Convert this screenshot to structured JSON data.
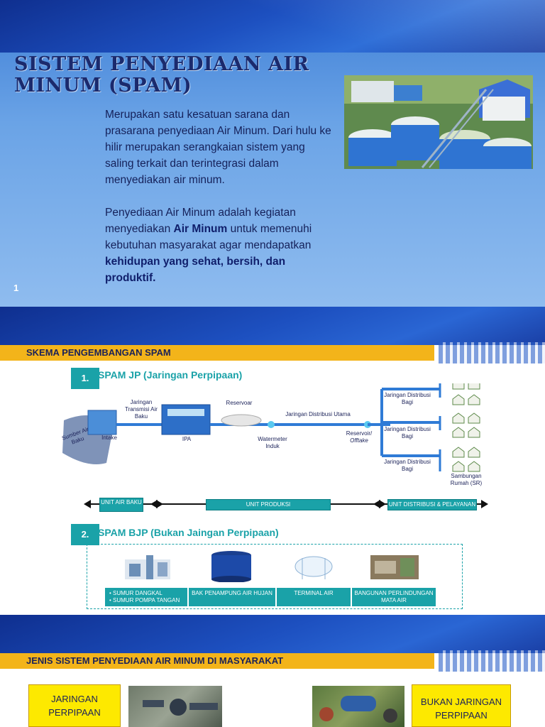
{
  "slide1": {
    "title": "SISTEM PENYEDIAAN AIR MINUM (SPAM)",
    "paragraph1": "Merupakan satu kesatuan sarana dan prasarana penyediaan Air Minum. Dari hulu ke hilir merupakan serangkaian sistem yang saling terkait dan terintegrasi dalam menyediakan air minum.",
    "p2_part1": "Penyediaan Air Minum adalah kegiatan menyediakan ",
    "p2_bold1": "Air Minum",
    "p2_part2": " untuk memenuhi kebutuhan masyarakat agar mendapatkan ",
    "p2_bold2": "kehidupan yang sehat, bersih, dan produktif.",
    "page_number": "1"
  },
  "slide2": {
    "section_title": "SKEMA PENGEMBANGAN SPAM",
    "jp_number": "1.",
    "jp_title": "SPAM JP (Jaringan Perpipaan)",
    "labels": {
      "sumber": "Sumber Air Baku",
      "intake": "Intake",
      "transmisi": "Jaringan Transmisi Air Baku",
      "ipa": "IPA",
      "reservoar": "Reservoar",
      "watermeter": "Watermeter Induk",
      "distribusi_utama": "Jaringan Distribusi Utama",
      "reservoir_offtake_1": "Reservoir/",
      "reservoir_offtake_2": "Offtake",
      "distribusi_bagi": "Jaringan Distribusi Bagi",
      "sambungan": "Sambungan Rumah (SR)"
    },
    "units": {
      "unit_air_baku": "UNIT AIR BAKU",
      "unit_produksi": "UNIT PRODUKSI",
      "unit_distribusi": "UNIT DISTRIBUSI & PELAYANAN"
    },
    "bjp_number": "2.",
    "bjp_title": "SPAM BJP (Bukan Jaingan Perpipaan)",
    "bjp_items": [
      "• SUMUR DANGKAL\n• SUMUR POMPA TANGAN",
      "BAK PENAMPUNG AIR HUJAN",
      "TERMINAL AIR",
      "BANGUNAN PERLINDUNGAN MATA AIR"
    ]
  },
  "slide3": {
    "section_title": "JENIS SISTEM PENYEDIAAN AIR MINUM DI MASYARAKAT",
    "left_box": "JARINGAN PERPIPAAN",
    "right_box": "BUKAN JARINGAN PERPIPAAN"
  },
  "colors": {
    "teal": "#1aa2a8",
    "yellow": "#f3b41a",
    "navy": "#1b2259"
  }
}
